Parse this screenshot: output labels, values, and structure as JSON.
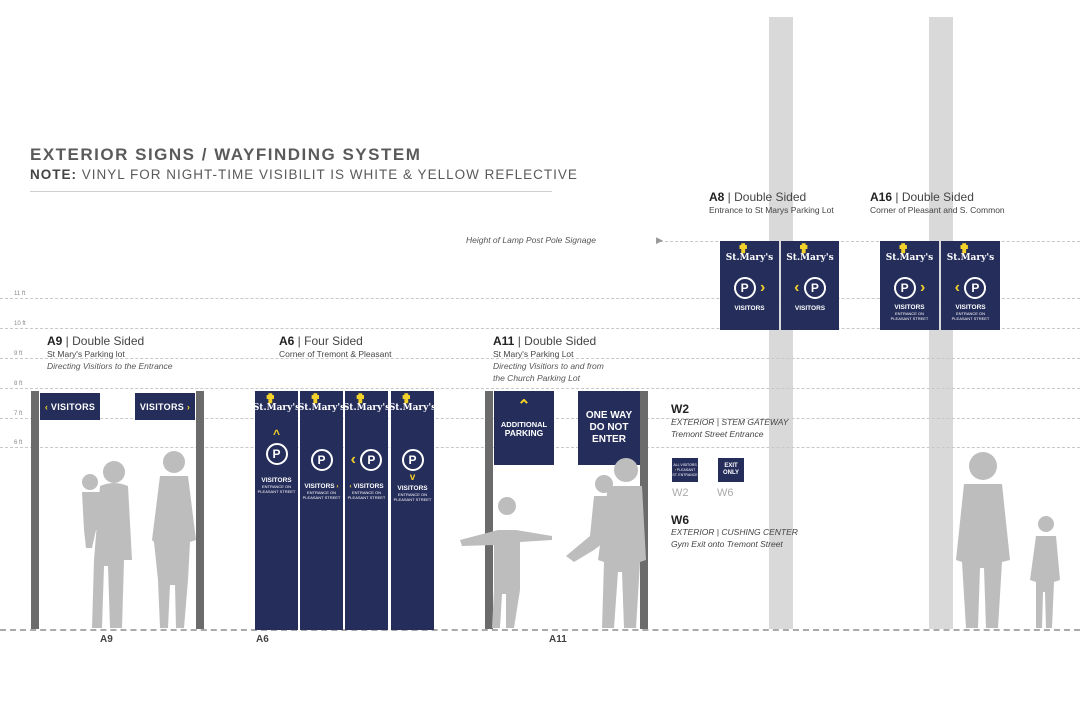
{
  "title": "EXTERIOR SIGNS / WAYFINDING SYSTEM",
  "note": {
    "label": "NOTE:",
    "text": "VINYL FOR NIGHT-TIME VISIBILIT IS WHITE & YELLOW REFLECTIVE"
  },
  "height_labels": [
    "11 ft",
    "10 ft",
    "9 ft",
    "8 ft",
    "7 ft",
    "6 ft"
  ],
  "lamp_post_label": "Height of Lamp Post Pole Signage",
  "signs": {
    "a9": {
      "code": "A9",
      "type": "Double Sided",
      "line1": "St Mary's Parking lot",
      "line2": "Directing Visitiors to the Entrance",
      "label_left": "VISITORS",
      "label_right": "VISITORS",
      "bottom": "A9"
    },
    "a6": {
      "code": "A6",
      "type": "Four Sided",
      "line1": "Corner of Tremont & Pleasant",
      "bottom": "A6",
      "panel_brand": "St.Mary's",
      "panel_title": "VISITORS",
      "panel_sub1": "ENTRANCE ON",
      "panel_sub2": "PLEASANT STREET",
      "p": "P"
    },
    "a11": {
      "code": "A11",
      "type": "Double Sided",
      "line1": "St Mary's Parking Lot",
      "line2": "Directing Visitiors to and from",
      "line3": "the Church Parking Lot",
      "left_line1": "ADDITIONAL",
      "left_line2": "PARKING",
      "right_line1": "ONE WAY",
      "right_line2": "DO NOT",
      "right_line3": "ENTER",
      "bottom": "A11"
    },
    "a8": {
      "code": "A8",
      "type": "Double Sided",
      "line1": "Entrance to St Marys Parking Lot",
      "panel_brand": "St.Mary's",
      "panel_title": "VISITORS",
      "p": "P"
    },
    "a16": {
      "code": "A16",
      "type": "Double Sided",
      "line1": "Corner of Pleasant and S. Common",
      "panel_brand": "St.Mary's",
      "panel_title": "VISITORS",
      "panel_sub1": "ENTRANCE ON",
      "panel_sub2": "PLEASANT STREET",
      "p": "P"
    },
    "w2": {
      "code": "W2",
      "line1": "EXTERIOR  |  STEM GATEWAY",
      "line2": "Tremont Street Entrance",
      "mini1": "ALL VISITORS",
      "mini2": "PLEASANT ST. ENTRANCE",
      "bottom": "W2"
    },
    "w6": {
      "code": "W6",
      "line1": "EXTERIOR  |  CUSHING CENTER",
      "line2": "Gym Exit onto Tremont Street",
      "mini1": "EXIT",
      "mini2": "ONLY",
      "bottom": "W6"
    }
  },
  "colors": {
    "navy": "#252d5a",
    "yellow": "#f2d12a",
    "pole": "#d9d9d9",
    "figure": "#bdbdbd"
  }
}
